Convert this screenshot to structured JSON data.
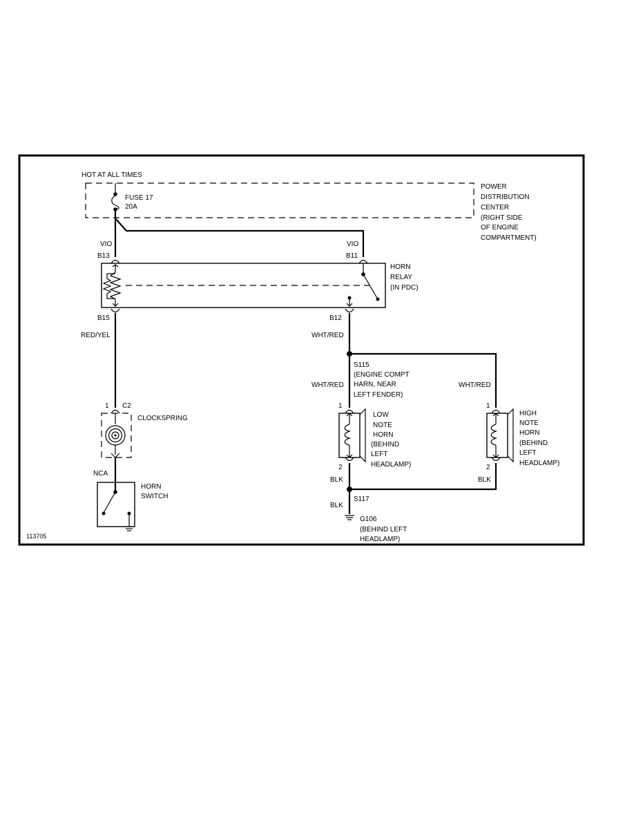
{
  "diagram": {
    "figure_id": "113705",
    "power": {
      "hot_label": "HOT AT ALL TIMES",
      "fuse_name": "FUSE 17",
      "fuse_rating": "20A",
      "pdc_label": [
        "POWER",
        "DISTRIBUTION",
        "CENTER",
        "(RIGHT SIDE",
        "OF ENGINE",
        "COMPARTMENT)"
      ]
    },
    "relay": {
      "label": [
        "HORN",
        "RELAY",
        "(IN PDC)"
      ],
      "pins": {
        "b13": "B13",
        "b11": "B11",
        "b15": "B15",
        "b12": "B12"
      }
    },
    "wires": {
      "vio_left": "VIO",
      "vio_right": "VIO",
      "red_yel": "RED/YEL",
      "wht_red_1": "WHT/RED",
      "wht_red_2": "WHT/RED",
      "wht_red_3": "WHT/RED",
      "nca": "NCA",
      "blk_1": "BLK",
      "blk_2": "BLK",
      "blk_3": "BLK"
    },
    "clockspring": {
      "pin": "1",
      "connector": "C2",
      "label": "CLOCKSPRING"
    },
    "horn_switch": {
      "label": [
        "HORN",
        "SWITCH"
      ]
    },
    "splice_s115": {
      "id": "S115",
      "label": [
        "(ENGINE COMPT",
        "HARN, NEAR",
        "LEFT FENDER)"
      ]
    },
    "low_horn": {
      "pin1": "1",
      "pin2": "2",
      "label": [
        "LOW",
        "NOTE",
        "HORN",
        "(BEHIND",
        "LEFT",
        "HEADLAMP)"
      ]
    },
    "high_horn": {
      "pin1": "1",
      "pin2": "2",
      "label": [
        "HIGH",
        "NOTE",
        "HORN",
        "(BEHIND",
        "LEFT",
        "HEADLAMP)"
      ]
    },
    "splice_s117": {
      "id": "S117"
    },
    "ground": {
      "id": "G106",
      "label": [
        "(BEHIND LEFT",
        "HEADLAMP)"
      ]
    }
  }
}
